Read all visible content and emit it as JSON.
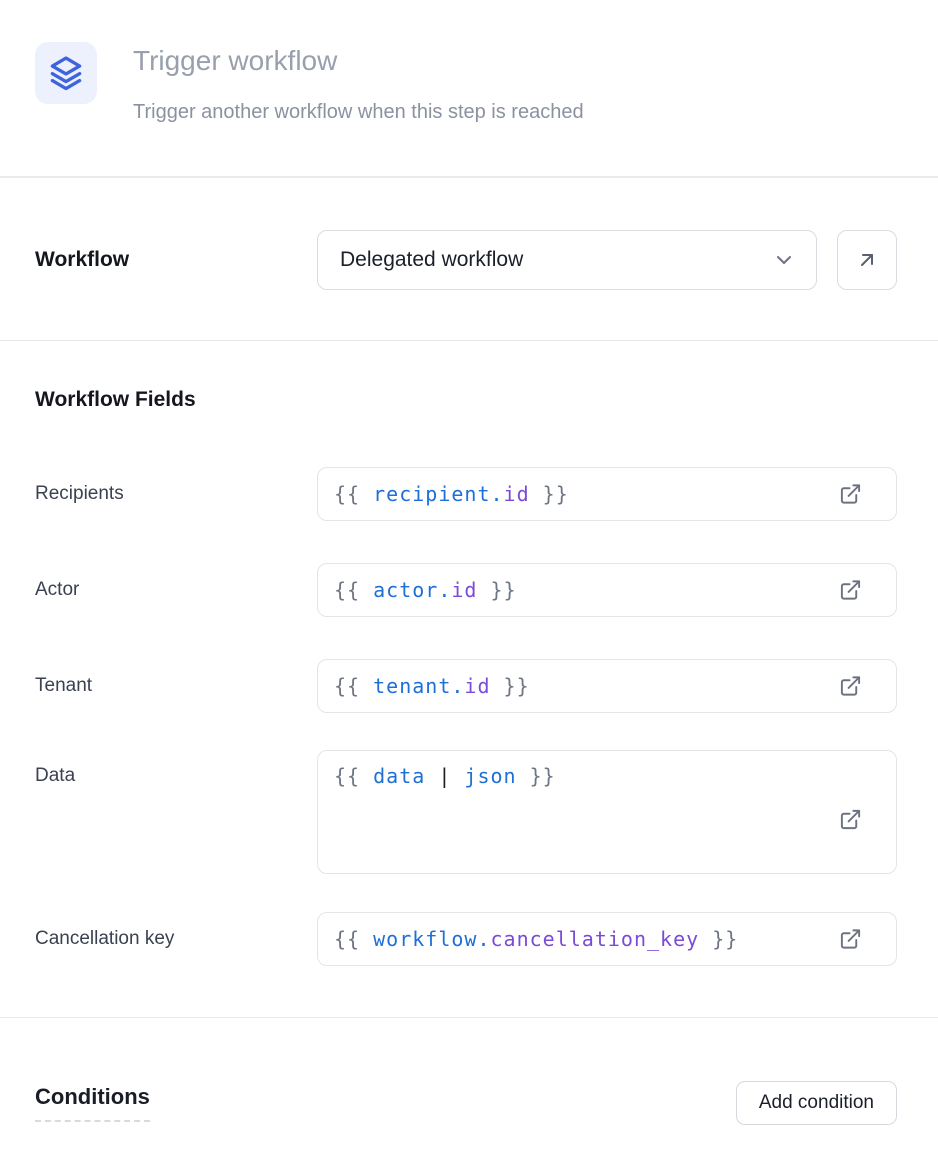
{
  "colors": {
    "accent_blue": "#3E63DD",
    "icon_background": "#EDF1FD",
    "code_variable": "#1E6FD6",
    "code_property": "#7A4BD6",
    "code_brace": "#6E7683",
    "code_pipe": "#1A1D21"
  },
  "header": {
    "icon": "stack-icon",
    "title": "Trigger workflow",
    "subtitle": "Trigger another workflow when this step is reached"
  },
  "workflow_selector": {
    "label": "Workflow",
    "selected": "Delegated workflow",
    "chevron_icon": "chevron-down-icon",
    "open_icon": "arrow-up-right-icon"
  },
  "fields_section": {
    "heading": "Workflow Fields",
    "edit_icon": "external-link-icon",
    "fields": [
      {
        "label": "Recipients",
        "value": "{{ recipient.id }}",
        "code": [
          [
            "brace",
            "{{ "
          ],
          [
            "var",
            "recipient"
          ],
          [
            "dot",
            "."
          ],
          [
            "prop",
            "id"
          ],
          [
            "brace",
            " }}"
          ]
        ]
      },
      {
        "label": "Actor",
        "value": "{{ actor.id }}",
        "code": [
          [
            "brace",
            "{{ "
          ],
          [
            "var",
            "actor"
          ],
          [
            "dot",
            "."
          ],
          [
            "prop",
            "id"
          ],
          [
            "brace",
            " }}"
          ]
        ]
      },
      {
        "label": "Tenant",
        "value": "{{ tenant.id }}",
        "code": [
          [
            "brace",
            "{{ "
          ],
          [
            "var",
            "tenant"
          ],
          [
            "dot",
            "."
          ],
          [
            "prop",
            "id"
          ],
          [
            "brace",
            " }}"
          ]
        ]
      },
      {
        "label": "Data",
        "value": "{{ data | json }}",
        "code": [
          [
            "brace",
            "{{ "
          ],
          [
            "var",
            "data"
          ],
          [
            "pipe",
            " | "
          ],
          [
            "var",
            "json"
          ],
          [
            "brace",
            " }}"
          ]
        ]
      },
      {
        "label": "Cancellation key",
        "value": "{{ workflow.cancellation_key }}",
        "code": [
          [
            "brace",
            "{{ "
          ],
          [
            "var",
            "workflow"
          ],
          [
            "dot",
            "."
          ],
          [
            "prop",
            "cancellation_key"
          ],
          [
            "brace",
            " }}"
          ]
        ]
      }
    ]
  },
  "conditions_section": {
    "heading": "Conditions",
    "add_button_label": "Add condition"
  }
}
